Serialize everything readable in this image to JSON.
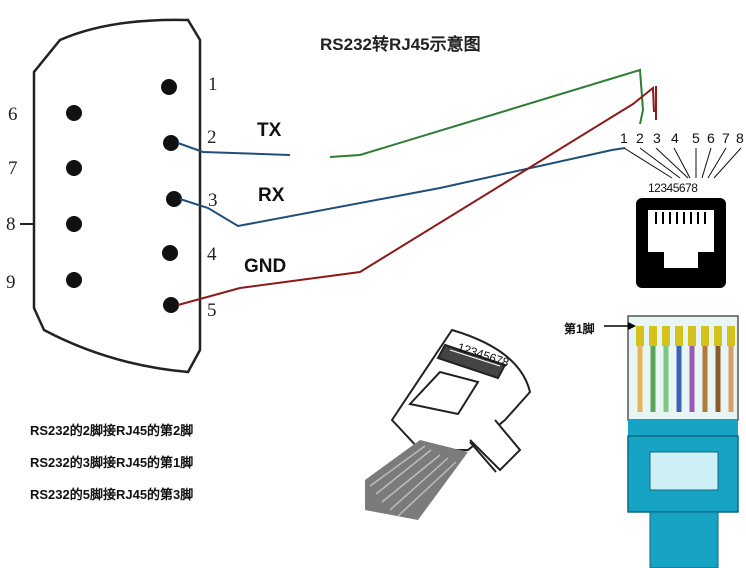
{
  "title": "RS232转RJ45示意图",
  "db9": {
    "pins_right": [
      "1",
      "2",
      "3",
      "4",
      "5"
    ],
    "pins_left": [
      "6",
      "7",
      "8",
      "9"
    ]
  },
  "signals": {
    "tx": "TX",
    "rx": "RX",
    "gnd": "GND"
  },
  "rj45": {
    "pin_numbers": [
      "1",
      "2",
      "3",
      "4",
      "5",
      "6",
      "7",
      "8"
    ],
    "pin_strip": "12345678",
    "plug_label": "12345678",
    "pin1_marker": "第1脚"
  },
  "notes": [
    "RS232的2脚接RJ45的第2脚",
    "RS232的3脚接RJ45的第1脚",
    "RS232的5脚接RJ45的第3脚"
  ],
  "colors": {
    "tx_wire": "#2e7d32",
    "rx_wire": "#1f4e79",
    "gnd_wire": "#8b1a1a",
    "cable_blue": "#1a9fc0"
  }
}
